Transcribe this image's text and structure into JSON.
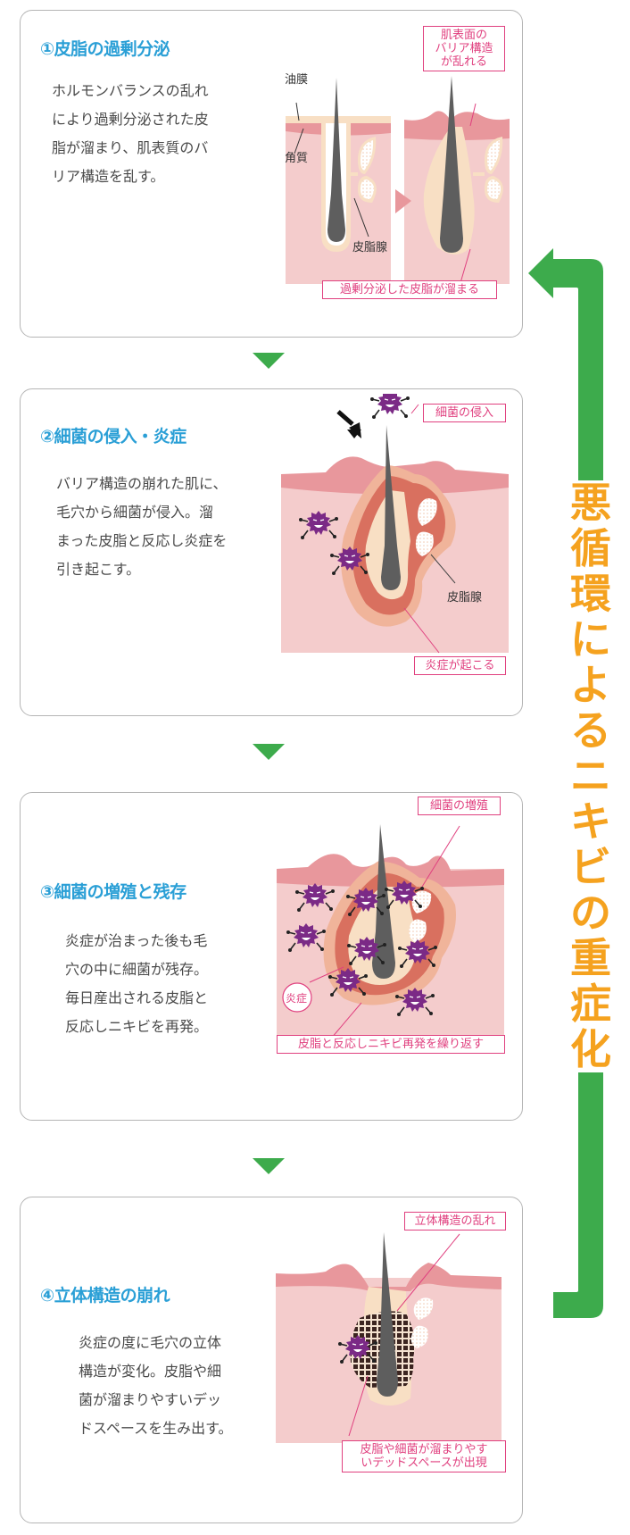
{
  "cycle": {
    "label": "悪循環によるニキビの重症化",
    "chars": [
      "悪",
      "循",
      "環",
      "に",
      "よ",
      "る",
      "ニ",
      "キ",
      "ビ",
      "の",
      "重",
      "症",
      "化"
    ],
    "arrow_color": "#3dab4c",
    "text_color": "#f5a21f"
  },
  "colors": {
    "title": "#2a9fd6",
    "body_text": "#4a4a4a",
    "callout": "#e0407f",
    "skin": "#f4cccc",
    "skin_surface": "#e8979c",
    "sebum": "#f8dfc4",
    "hair": "#5e5e5e",
    "bacteria": "#7b2a86",
    "inflammation": "#d9705f"
  },
  "steps": [
    {
      "title": "①皮脂の過剰分泌",
      "description": "ホルモンバランスの乱れ\nにより過剰分泌された皮\n脂が溜まり、肌表質のバ\nリア構造を乱す。",
      "labels": {
        "oil_film": "油膜",
        "horny_layer": "角質",
        "sebaceous_gland": "皮脂腺"
      },
      "callouts": [
        "肌表面の\nバリア構造\nが乱れる",
        "過剰分泌した皮脂が溜まる"
      ]
    },
    {
      "title": "②細菌の侵入・炎症",
      "description": "バリア構造の崩れた肌に、\n毛穴から細菌が侵入。溜\nまった皮脂と反応し炎症を\n引き起こす。",
      "labels": {
        "sebaceous_gland": "皮脂腺"
      },
      "callouts": [
        "細菌の侵入",
        "炎症が起こる"
      ]
    },
    {
      "title": "③細菌の増殖と残存",
      "description": "炎症が治まった後も毛\n穴の中に細菌が残存。\n毎日産出される皮脂と\n反応しニキビを再発。",
      "labels": {
        "inflammation": "炎症"
      },
      "callouts": [
        "細菌の増殖",
        "皮脂と反応しニキビ再発を繰り返す"
      ]
    },
    {
      "title": "④立体構造の崩れ",
      "description": "炎症の度に毛穴の立体\n構造が変化。皮脂や細\n菌が溜まりやすいデッ\nドスペースを生み出す。",
      "labels": {},
      "callouts": [
        "立体構造の乱れ",
        "皮脂や細菌が溜まりやす\nいデッドスペースが出現"
      ]
    }
  ]
}
